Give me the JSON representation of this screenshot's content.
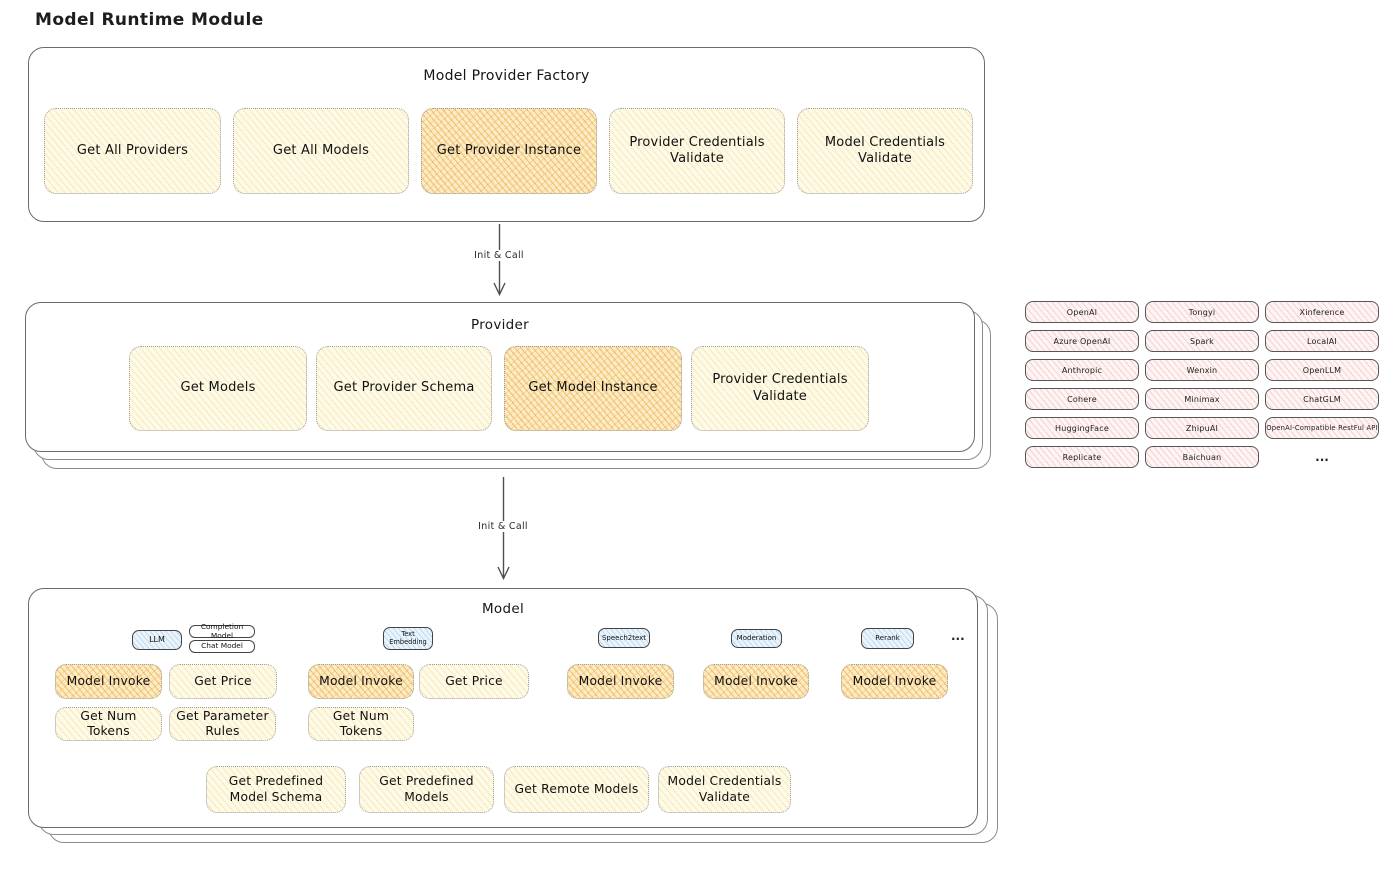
{
  "page": {
    "title": "Model Runtime Module"
  },
  "colors": {
    "yellow_fill": "#fdf6dc",
    "orange_fill": "#f8dfa9",
    "pink_fill": "#fbeaea",
    "blue_fill": "#e9f3fb",
    "outline": "#6b6b6b"
  },
  "factory": {
    "title": "Model Provider Factory",
    "boxes": [
      {
        "label": "Get All Providers",
        "variant": "yellow"
      },
      {
        "label": "Get All Models",
        "variant": "yellow"
      },
      {
        "label": "Get Provider Instance",
        "variant": "orange"
      },
      {
        "label": "Provider Credentials Validate",
        "variant": "yellow"
      },
      {
        "label": "Model Credentials Validate",
        "variant": "yellow"
      }
    ]
  },
  "arrow1": {
    "label": "Init & Call"
  },
  "provider": {
    "title": "Provider",
    "boxes": [
      {
        "label": "Get Models",
        "variant": "yellow"
      },
      {
        "label": "Get Provider Schema",
        "variant": "yellow"
      },
      {
        "label": "Get Model Instance",
        "variant": "orange"
      },
      {
        "label": "Provider Credentials Validate",
        "variant": "yellow"
      }
    ]
  },
  "providers_grid": {
    "items": [
      "OpenAI",
      "Tongyi",
      "Xinference",
      "Azure OpenAI",
      "Spark",
      "LocalAI",
      "Anthropic",
      "Wenxin",
      "OpenLLM",
      "Cohere",
      "Minimax",
      "ChatGLM",
      "HuggingFace",
      "ZhipuAI",
      "OpenAI-Compatible RestFul API",
      "Replicate",
      "Baichuan"
    ],
    "more": "..."
  },
  "arrow2": {
    "label": "Init & Call"
  },
  "model": {
    "title": "Model",
    "tags": [
      {
        "label": "LLM",
        "variant": "blue"
      },
      {
        "label": "Completion Model",
        "variant": "white"
      },
      {
        "label": "Chat Model",
        "variant": "white"
      },
      {
        "label": "Text Embedding",
        "variant": "blue"
      },
      {
        "label": "Speech2text",
        "variant": "blue"
      },
      {
        "label": "Moderation",
        "variant": "blue"
      },
      {
        "label": "Rerank",
        "variant": "blue"
      }
    ],
    "tags_more": "...",
    "functions": [
      {
        "label": "Model Invoke",
        "variant": "orange"
      },
      {
        "label": "Get Price",
        "variant": "yellow"
      },
      {
        "label": "Model Invoke",
        "variant": "orange"
      },
      {
        "label": "Get Price",
        "variant": "yellow"
      },
      {
        "label": "Model Invoke",
        "variant": "orange"
      },
      {
        "label": "Model Invoke",
        "variant": "orange"
      },
      {
        "label": "Model Invoke",
        "variant": "orange"
      },
      {
        "label": "Get Num Tokens",
        "variant": "yellow"
      },
      {
        "label": "Get Parameter Rules",
        "variant": "yellow"
      },
      {
        "label": "Get Num Tokens",
        "variant": "yellow"
      },
      {
        "label": "Get Predefined Model Schema",
        "variant": "yellow"
      },
      {
        "label": "Get Predefined Models",
        "variant": "yellow"
      },
      {
        "label": "Get Remote Models",
        "variant": "yellow"
      },
      {
        "label": "Model Credentials Validate",
        "variant": "yellow"
      }
    ]
  }
}
